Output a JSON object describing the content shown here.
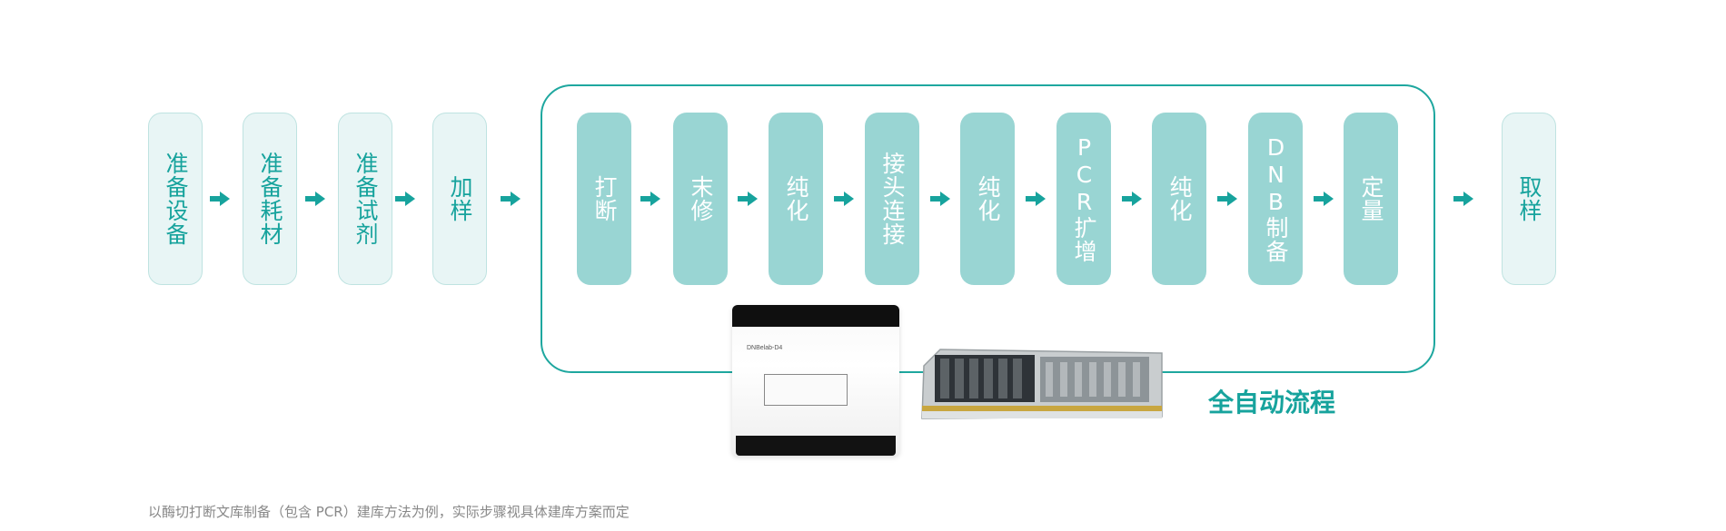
{
  "steps": [
    {
      "label": "准备设备"
    },
    {
      "label": "准备耗材"
    },
    {
      "label": "准备试剂"
    },
    {
      "label": "加样"
    },
    {
      "label": "打断"
    },
    {
      "label": "末修"
    },
    {
      "label": "纯化"
    },
    {
      "label": "接头连接"
    },
    {
      "label": "纯化"
    },
    {
      "label": "PCR扩增"
    },
    {
      "label": "纯化"
    },
    {
      "label": "DNB制备"
    },
    {
      "label": "定量"
    },
    {
      "label": "取样"
    }
  ],
  "automation": {
    "label": "全自动流程"
  },
  "device": {
    "model": "DNBelab-D4"
  },
  "footnote": "以酶切打断文库制备（包含 PCR）建库方法为例，实际步骤视具体建库方案而定",
  "colors": {
    "accent": "#17a39d",
    "light_fill": "#e8f5f5",
    "mid_fill": "#99d5d3",
    "border": "#1ea79f"
  }
}
